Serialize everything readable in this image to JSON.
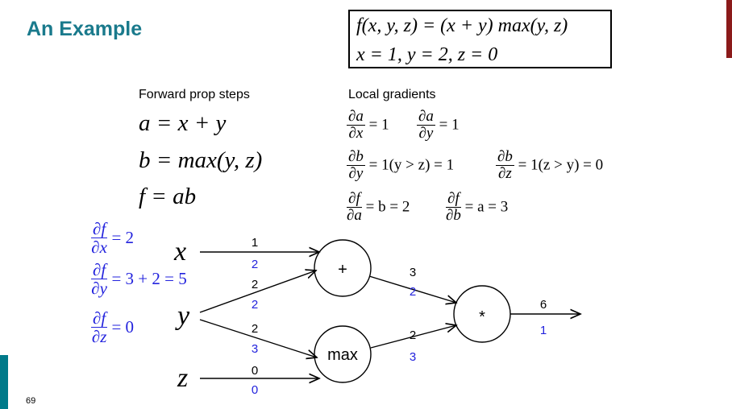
{
  "title": "An Example",
  "page_number": "69",
  "function_box": {
    "line1": "f(x, y, z) = (x + y) max(y, z)",
    "line2": "x = 1, y = 2, z = 0"
  },
  "forward": {
    "header": "Forward prop steps",
    "steps": [
      "a = x + y",
      "b = max(y, z)",
      "f = ab"
    ]
  },
  "local": {
    "header": "Local gradients",
    "items": [
      {
        "num": "∂a",
        "den": "∂x",
        "rhs": "= 1"
      },
      {
        "num": "∂a",
        "den": "∂y",
        "rhs": "= 1"
      },
      {
        "num": "∂b",
        "den": "∂y",
        "rhs": "= 1(y > z) = 1"
      },
      {
        "num": "∂b",
        "den": "∂z",
        "rhs": "= 1(z > y) = 0"
      },
      {
        "num": "∂f",
        "den": "∂a",
        "rhs": "= b = 2"
      },
      {
        "num": "∂f",
        "den": "∂b",
        "rhs": "= a = 3"
      }
    ]
  },
  "backward": [
    {
      "num": "∂f",
      "den": "∂x",
      "rhs": "= 2"
    },
    {
      "num": "∂f",
      "den": "∂y",
      "rhs": "= 3 + 2 = 5"
    },
    {
      "num": "∂f",
      "den": "∂z",
      "rhs": "= 0"
    }
  ],
  "graph": {
    "inputs": [
      "x",
      "y",
      "z"
    ],
    "nodes": [
      "+",
      "max",
      "*"
    ],
    "edges": [
      {
        "from": "x",
        "to": "+",
        "forward": "1",
        "grad": "2"
      },
      {
        "from": "y",
        "to": "+",
        "forward": "2",
        "grad": "2"
      },
      {
        "from": "y",
        "to": "max",
        "forward": "2",
        "grad": "3"
      },
      {
        "from": "z",
        "to": "max",
        "forward": "0",
        "grad": "0"
      },
      {
        "from": "+",
        "to": "*",
        "forward": "3",
        "grad": "2"
      },
      {
        "from": "max",
        "to": "*",
        "forward": "2",
        "grad": "3"
      },
      {
        "from": "*",
        "to": "out",
        "forward": "6",
        "grad": "1"
      }
    ]
  },
  "colors": {
    "title": "#1a7a8c",
    "gradient": "#2222dd",
    "accent_red": "#8b1a1a",
    "accent_teal": "#007a8a"
  }
}
